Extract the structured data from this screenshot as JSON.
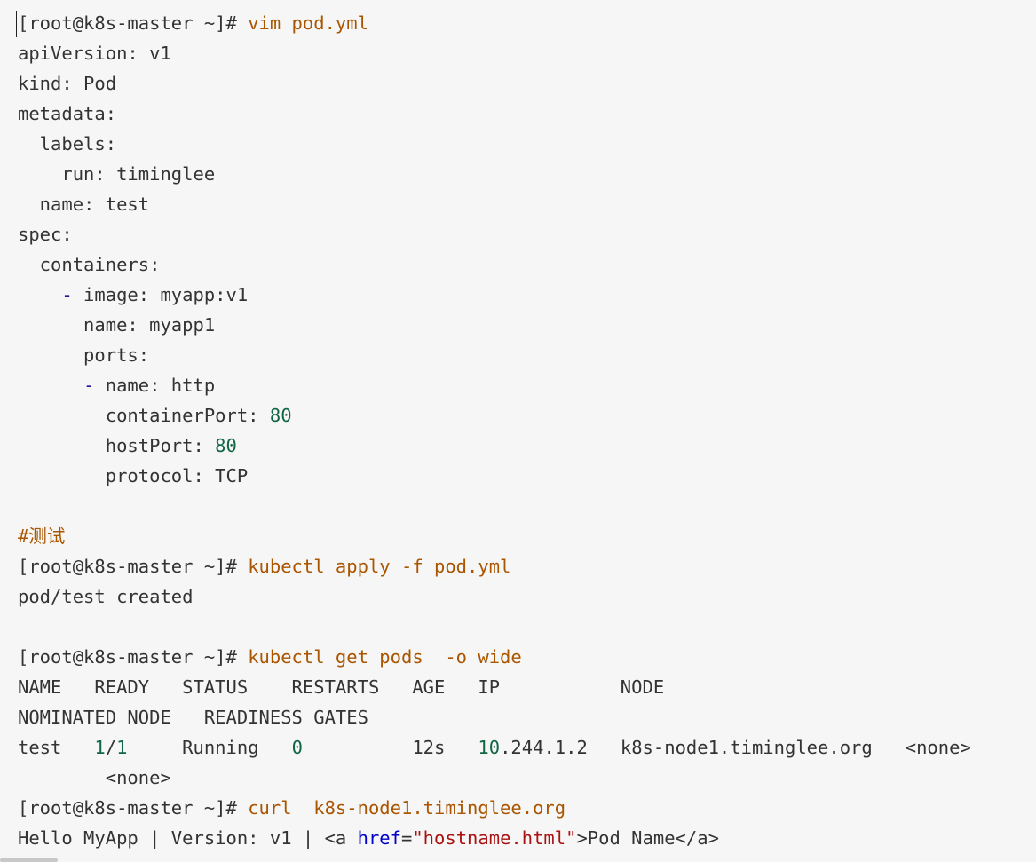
{
  "terminal": {
    "lines": [
      [
        {
          "t": "[root@k8s-master ~]# ",
          "c": "prompt"
        },
        {
          "t": "vim pod.yml",
          "c": "cmd"
        }
      ],
      [
        {
          "t": "apiVersion: v1",
          "c": "text"
        }
      ],
      [
        {
          "t": "kind: Pod",
          "c": "text"
        }
      ],
      [
        {
          "t": "metadata:",
          "c": "text"
        }
      ],
      [
        {
          "t": "  labels:",
          "c": "text"
        }
      ],
      [
        {
          "t": "    run: timinglee",
          "c": "text"
        }
      ],
      [
        {
          "t": "  name: test",
          "c": "text"
        }
      ],
      [
        {
          "t": "spec:",
          "c": "text"
        }
      ],
      [
        {
          "t": "  containers:",
          "c": "text"
        }
      ],
      [
        {
          "t": "    ",
          "c": "text"
        },
        {
          "t": "-",
          "c": "dash"
        },
        {
          "t": " image: myapp:v1",
          "c": "text"
        }
      ],
      [
        {
          "t": "      name: myapp1",
          "c": "text"
        }
      ],
      [
        {
          "t": "      ports:",
          "c": "text"
        }
      ],
      [
        {
          "t": "      ",
          "c": "text"
        },
        {
          "t": "-",
          "c": "dash"
        },
        {
          "t": " name: http",
          "c": "text"
        }
      ],
      [
        {
          "t": "        containerPort: ",
          "c": "text"
        },
        {
          "t": "80",
          "c": "num"
        }
      ],
      [
        {
          "t": "        hostPort: ",
          "c": "text"
        },
        {
          "t": "80",
          "c": "num"
        }
      ],
      [
        {
          "t": "        protocol: TCP",
          "c": "text"
        }
      ],
      [],
      [
        {
          "t": "#测试",
          "c": "comment"
        }
      ],
      [
        {
          "t": "[root@k8s-master ~]# ",
          "c": "prompt"
        },
        {
          "t": "kubectl apply -f pod.yml",
          "c": "cmd"
        }
      ],
      [
        {
          "t": "pod/test created",
          "c": "text"
        }
      ],
      [],
      [
        {
          "t": "[root@k8s-master ~]# ",
          "c": "prompt"
        },
        {
          "t": "kubectl get pods  -o wide",
          "c": "cmd"
        }
      ],
      [
        {
          "t": "NAME   READY   STATUS    RESTARTS   AGE   IP           NODE",
          "c": "text"
        }
      ],
      [
        {
          "t": "NOMINATED NODE   READINESS GATES",
          "c": "text"
        }
      ],
      [
        {
          "t": "test   ",
          "c": "text"
        },
        {
          "t": "1",
          "c": "num"
        },
        {
          "t": "/",
          "c": "text"
        },
        {
          "t": "1",
          "c": "num"
        },
        {
          "t": "     Running   ",
          "c": "text"
        },
        {
          "t": "0",
          "c": "num"
        },
        {
          "t": "          12s   ",
          "c": "text"
        },
        {
          "t": "10",
          "c": "num"
        },
        {
          "t": ".244.1.2   k8s-node1.timinglee.org   <none>",
          "c": "text"
        }
      ],
      [
        {
          "t": "        <none>",
          "c": "text"
        }
      ],
      [
        {
          "t": "[root@k8s-master ~]# ",
          "c": "prompt"
        },
        {
          "t": "curl  k8s-node1.timinglee.org",
          "c": "cmd"
        }
      ],
      [
        {
          "t": "Hello MyApp | Version: v1 | <a ",
          "c": "text"
        },
        {
          "t": "href",
          "c": "attr"
        },
        {
          "t": "=",
          "c": "text"
        },
        {
          "t": "\"hostname.html\"",
          "c": "str"
        },
        {
          "t": ">Pod Name</a>",
          "c": "text"
        }
      ]
    ]
  }
}
